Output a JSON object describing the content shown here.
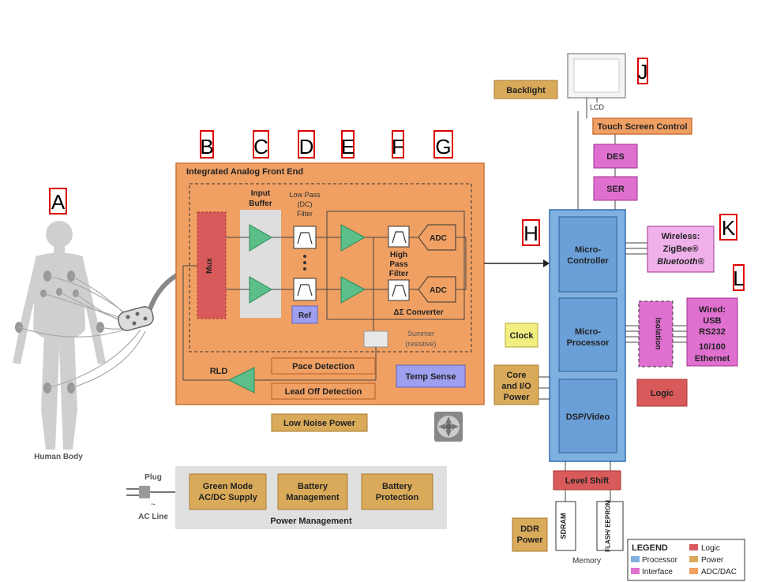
{
  "markers": {
    "A": "A",
    "B": "B",
    "C": "C",
    "D": "D",
    "E": "E",
    "F": "F",
    "G": "G",
    "H": "H",
    "J": "J",
    "K": "K",
    "L": "L"
  },
  "afe": {
    "title": "Integrated Analog Front End",
    "mux": "Mux",
    "input_buffer_1": "Input",
    "input_buffer_2": "Buffer",
    "lpf_1": "Low Pass",
    "lpf_2": "(DC)",
    "lpf_3": "Filter",
    "hpf_1": "High",
    "hpf_2": "Pass",
    "hpf_3": "Filter",
    "adc1": "ADC",
    "adc2": "ADC",
    "converter": "ΔΣ Converter",
    "ref": "Ref",
    "summer_1": "Summer",
    "summer_2": "(resistive)",
    "rld": "RLD",
    "pace_detection": "Pace Detection",
    "lead_off_detection": "Lead Off Detection",
    "temp_sense": "Temp Sense"
  },
  "low_noise_power": "Low Noise Power",
  "human_body": "Human Body",
  "power": {
    "plug": "Plug",
    "ac_line": "AC Line",
    "green_mode_1": "Green Mode",
    "green_mode_2": "AC/DC Supply",
    "battery_mgmt_1": "Battery",
    "battery_mgmt_2": "Management",
    "battery_prot_1": "Battery",
    "battery_prot_2": "Protection",
    "title": "Power Management"
  },
  "backlight": "Backlight",
  "lcd": "LCD",
  "touch_screen_control": "Touch Screen Control",
  "des": "DES",
  "ser": "SER",
  "processor": {
    "micro_controller_1": "Micro-",
    "micro_controller_2": "Controller",
    "micro_processor_1": "Micro-",
    "micro_processor_2": "Processor",
    "dsp_video": "DSP/Video"
  },
  "wireless": {
    "l1": "Wireless:",
    "l2": "ZigBee®",
    "l3": "Bluetooth®"
  },
  "isolation": "Isolation",
  "wired": {
    "l1": "Wired:",
    "l2": "USB",
    "l3": "RS232",
    "l4": "10/100",
    "l5": "Ethernet"
  },
  "clock": "Clock",
  "core_power": {
    "l1": "Core",
    "l2": "and I/O",
    "l3": "Power"
  },
  "logic": "Logic",
  "level_shift": "Level Shift",
  "sdram": "SDRAM",
  "flash": "FLASH/ EEPROM",
  "memory": "Memory",
  "ddr_power": {
    "l1": "DDR",
    "l2": "Power"
  },
  "legend": {
    "title": "LEGEND",
    "logic": "Logic",
    "processor": "Processor",
    "power": "Power",
    "interface": "Interface",
    "adcdac": "ADC/DAC"
  },
  "colors": {
    "orange": "#f0a063",
    "orange_stroke": "#c8743a",
    "power_tan": "#d9aa5a",
    "logic_red": "#d95a5a",
    "processor_blue": "#7fb0e0",
    "interface_pink": "#e070d0",
    "clock_yellow": "#f2ee80",
    "green": "#5cbf8a",
    "ref_purple": "#9f9ff0"
  }
}
